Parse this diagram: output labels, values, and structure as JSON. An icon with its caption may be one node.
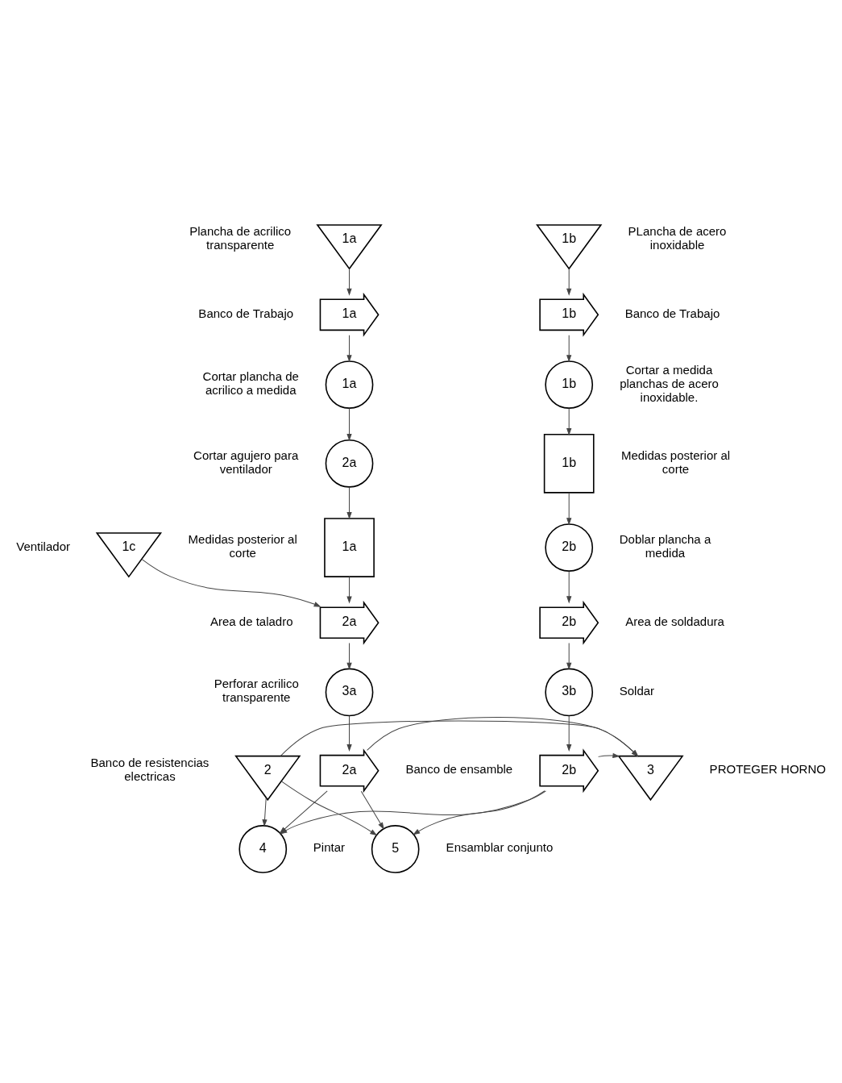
{
  "diagram": {
    "nodes": [
      {
        "text": [
          "1a"
        ],
        "beside": [
          "Plancha de acrilico transparente"
        ]
      },
      {
        "text": [
          "1a"
        ],
        "beside": [
          "Banco de Trabajo"
        ]
      },
      {
        "text": [
          "1a"
        ],
        "beside": [
          "Cortar plancha de acrilico a medida"
        ]
      },
      {
        "text": [
          "2a"
        ],
        "beside": [
          "Cortar agujero para ventilador"
        ]
      },
      {
        "text": [
          "1a"
        ],
        "beside": [
          "Medidas posterior al corte"
        ]
      },
      {
        "text": [
          "2a"
        ],
        "beside": [
          "Area de taladro"
        ]
      },
      {
        "text": [
          "3a"
        ],
        "beside": [
          "Perforar acrilico transparente"
        ]
      },
      {
        "text": [
          "2a"
        ],
        "beside": [
          "Banco de ensamble"
        ]
      },
      {
        "text": [
          "1b"
        ],
        "beside": [
          "PLancha de acero inoxidable"
        ]
      },
      {
        "text": [
          "1b"
        ],
        "beside": [
          "Banco de Trabajo"
        ]
      },
      {
        "text": [
          "1b"
        ],
        "beside": [
          "Cortar a medida planchas de acero inoxidable."
        ]
      },
      {
        "text": [
          "1b"
        ],
        "beside": [
          "Medidas posterior al corte"
        ]
      },
      {
        "text": [
          "2b"
        ],
        "beside": [
          "Doblar plancha a medida"
        ]
      },
      {
        "text": [
          "2b"
        ],
        "beside": [
          "Area de soldadura"
        ]
      },
      {
        "text": [
          "3b"
        ],
        "beside": [
          "Soldar"
        ]
      },
      {
        "text": [
          "2b"
        ]
      },
      {
        "text": [
          "1c"
        ],
        "beside": [
          "Ventilador"
        ]
      },
      {
        "text": [
          "2"
        ],
        "beside": [
          "Banco de resistencias electricas"
        ]
      },
      {
        "text": [
          "3"
        ],
        "beside": [
          "PROTEGER HORNO"
        ]
      },
      {
        "text": [
          "4"
        ],
        "beside": [
          "Pintar"
        ]
      },
      {
        "text": [
          "5"
        ],
        "beside": [
          "Ensamblar conjunto"
        ]
      }
    ],
    "edges": [
      {
        "from": 0,
        "to": 1,
        "arrow": "to"
      },
      {
        "from": 1,
        "to": 2,
        "arrow": "to"
      },
      {
        "from": 2,
        "to": 3,
        "arrow": "to"
      },
      {
        "from": 3,
        "to": 4,
        "arrow": "to"
      },
      {
        "from": 4,
        "to": 5,
        "arrow": "to"
      },
      {
        "from": 16,
        "to": 5,
        "arrow": "to"
      },
      {
        "from": 5,
        "to": 6,
        "arrow": "to"
      },
      {
        "from": 6,
        "to": 7,
        "arrow": "to"
      },
      {
        "from": 8,
        "to": 9,
        "arrow": "to"
      },
      {
        "from": 9,
        "to": 10,
        "arrow": "to"
      },
      {
        "from": 10,
        "to": 11,
        "arrow": "to"
      },
      {
        "from": 11,
        "to": 12,
        "arrow": "to"
      },
      {
        "from": 12,
        "to": 13,
        "arrow": "to"
      },
      {
        "from": 13,
        "to": 14,
        "arrow": "to"
      },
      {
        "from": 14,
        "to": 15,
        "arrow": "to"
      },
      {
        "from": 7,
        "to": 18,
        "arrow": "to"
      },
      {
        "from": 15,
        "to": 18,
        "arrow": "to"
      },
      {
        "from": 17,
        "to": 18,
        "arrow": "to"
      },
      {
        "from": 7,
        "to": 19,
        "arrow": "to"
      },
      {
        "from": 15,
        "to": 19,
        "arrow": "to"
      },
      {
        "from": 17,
        "to": 19,
        "arrow": "to"
      },
      {
        "from": 7,
        "to": 20,
        "arrow": "to"
      },
      {
        "from": 15,
        "to": 20,
        "arrow": "to"
      },
      {
        "from": 17,
        "to": 20,
        "arrow": "to"
      }
    ]
  }
}
